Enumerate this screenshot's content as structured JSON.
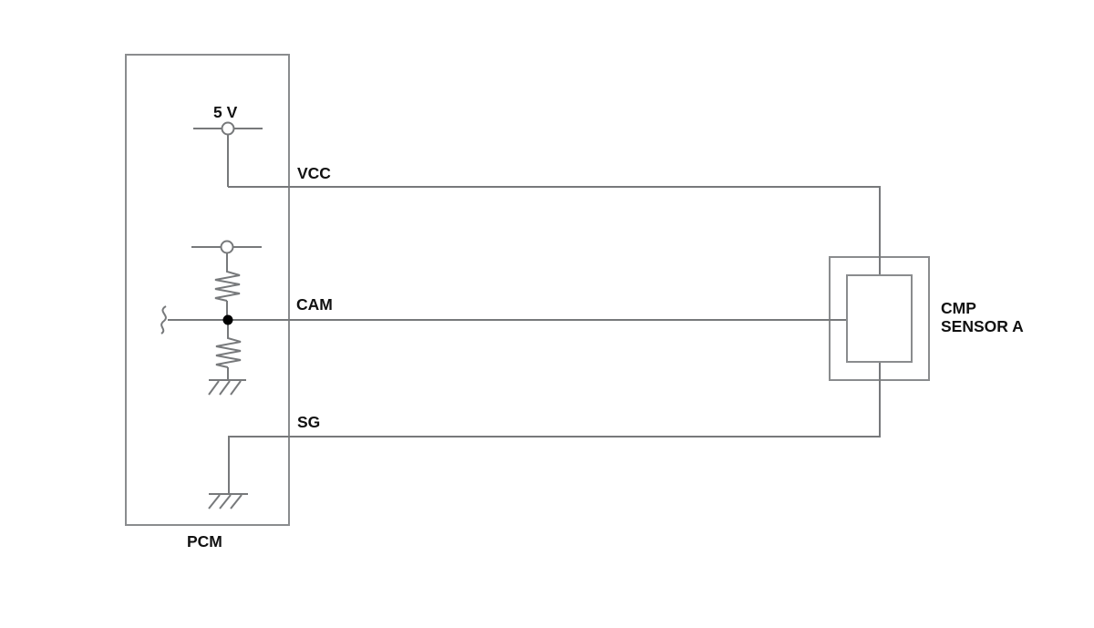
{
  "colors": {
    "background": "#ffffff",
    "wire": "#77797b",
    "box": "#8a8c8e",
    "text": "#111111",
    "junction": "#000000",
    "terminal_fill": "#ffffff"
  },
  "pcm": {
    "label": "PCM",
    "supply_label": "5 V"
  },
  "sensor": {
    "label_line1": "CMP",
    "label_line2": "SENSOR A"
  },
  "wires": {
    "vcc": "VCC",
    "cam": "CAM",
    "sg": "SG"
  }
}
